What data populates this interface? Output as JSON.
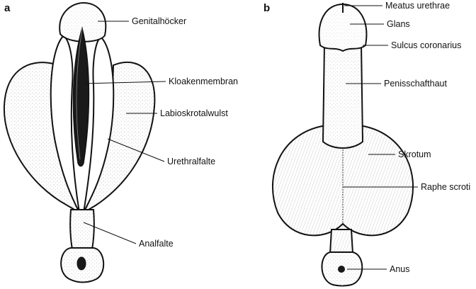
{
  "panels": {
    "a": {
      "letter": "a",
      "labels": {
        "genital_tubercle": "Genitalhöcker",
        "cloacal_membrane": "Kloakenmembran",
        "labioscrotal_swelling": "Labioskrotalwulst",
        "urethral_fold": "Urethralfalte",
        "anal_fold": "Analfalte"
      }
    },
    "b": {
      "letter": "b",
      "labels": {
        "meatus": "Meatus urethrae",
        "glans": "Glans",
        "sulcus": "Sulcus coronarius",
        "shaft_skin": "Penisschafthaut",
        "scrotum": "Skrotum",
        "raphe": "Raphe scroti",
        "anus": "Anus"
      }
    }
  }
}
